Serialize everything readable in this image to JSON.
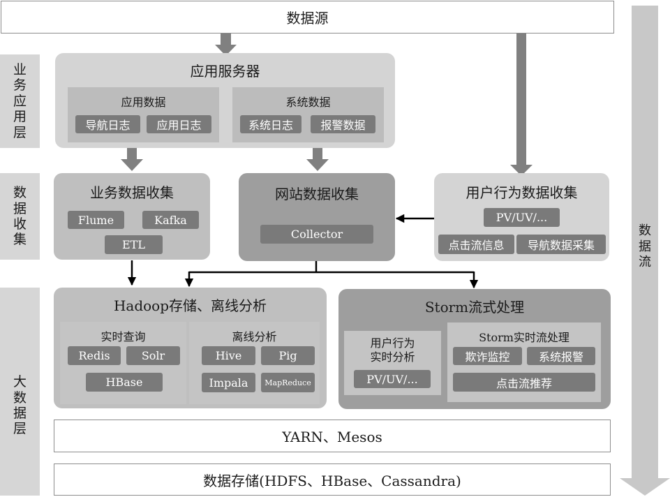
{
  "top": {
    "data_source": "数据源"
  },
  "layers": {
    "business": [
      "业",
      "务",
      "应",
      "用",
      "层"
    ],
    "collection": [
      "数",
      "据",
      "收",
      "集"
    ],
    "bigdata": [
      "大",
      "数",
      "据",
      "层"
    ]
  },
  "app_server": {
    "title": "应用服务器",
    "app_data": {
      "title": "应用数据",
      "items": [
        "导航日志",
        "应用日志"
      ]
    },
    "sys_data": {
      "title": "系统数据",
      "items": [
        "系统日志",
        "报警数据"
      ]
    }
  },
  "biz_collect": {
    "title": "业务数据收集",
    "items": [
      "Flume",
      "Kafka",
      "ETL"
    ]
  },
  "web_collect": {
    "title": "网站数据收集",
    "items": [
      "Collector"
    ]
  },
  "user_collect": {
    "title": "用户行为数据收集",
    "items": [
      "PV/UV/...",
      "点击流信息",
      "导航数据采集"
    ]
  },
  "hadoop": {
    "title": "Hadoop存储、离线分析",
    "realtime": {
      "title": "实时查询",
      "items": [
        "Redis",
        "Solr",
        "HBase"
      ]
    },
    "offline": {
      "title": "离线分析",
      "items": [
        "Hive",
        "Pig",
        "Impala",
        "MapReduce"
      ]
    }
  },
  "storm": {
    "title": "Storm流式处理",
    "user_rt": {
      "title_lines": [
        "用户行为",
        "实时分析"
      ],
      "items": [
        "PV/UV/..."
      ]
    },
    "rt_stream": {
      "title": "Storm实时流处理",
      "items": [
        "欺诈监控",
        "系统报警",
        "点击流推荐"
      ]
    }
  },
  "yarn": {
    "label": "YARN、Mesos"
  },
  "storage": {
    "label": "数据存储(HDFS、HBase、Cassandra)"
  },
  "flow": {
    "label": [
      "数",
      "据",
      "流"
    ]
  },
  "colors": {
    "light_panel": "#d4d4d4",
    "mid_panel": "#bfbfbf",
    "dark_panel": "#9e9e9e",
    "chip": "#7a7a7a",
    "arrow_gray": "#808080"
  }
}
